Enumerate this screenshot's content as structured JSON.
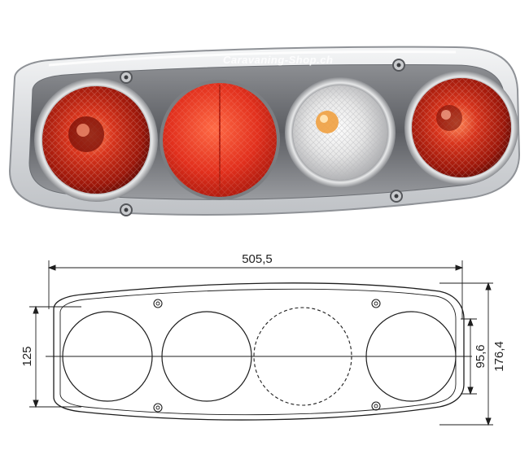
{
  "photo": {
    "watermark": "Caravaning-Shop.ch",
    "lamps": [
      {
        "name": "tail-stop-lamp",
        "color": "#c62a1a"
      },
      {
        "name": "reflector",
        "color": "#e8331f"
      },
      {
        "name": "indicator-lamp",
        "color": "#e3e3e3"
      },
      {
        "name": "fog-lamp",
        "color": "#c62a1a"
      }
    ]
  },
  "drawing": {
    "dim_width": "505,5",
    "dim_height_left": "125",
    "dim_height_inner": "95,6",
    "dim_height_right": "176,4"
  }
}
